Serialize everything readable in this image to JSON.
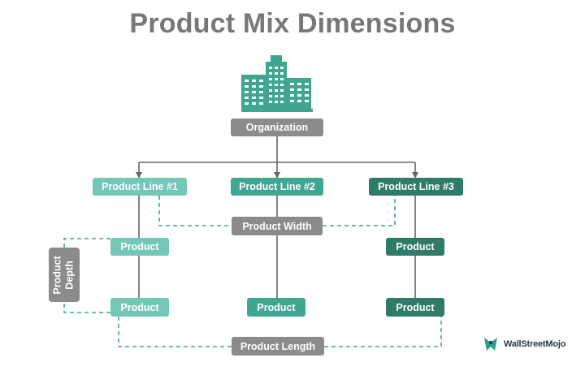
{
  "title": "Product Mix Dimensions",
  "nodes": {
    "organization": "Organization",
    "product_lines": [
      "Product Line #1",
      "Product Line #2",
      "Product Line #3"
    ],
    "product_width": "Product Width",
    "product_length": "Product Length",
    "product_depth": [
      "Product",
      "Depth"
    ],
    "products": [
      "Product",
      "Product",
      "Product",
      "Product",
      "Product"
    ]
  },
  "brand": {
    "name": "WallStreetMojo",
    "icon": "wallstreetmojo-logo-icon"
  },
  "icons": {
    "organization": "office-building-icon"
  },
  "colors": {
    "gray": "#8b8b8b",
    "teal_light": "#72c7b6",
    "teal_mid": "#3fa692",
    "teal_dark": "#2f7a68",
    "building": "#3fa692",
    "title": "#777777"
  }
}
